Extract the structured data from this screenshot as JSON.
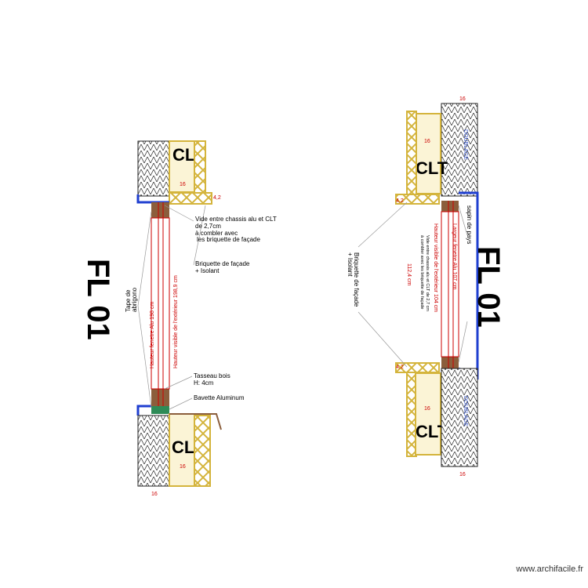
{
  "title": "FL 01",
  "watermark": "www.archifacile.fr",
  "materials": {
    "clt": "CLT",
    "doublage": "DOUBLAGE"
  },
  "dims": {
    "d16": "16",
    "d42": "4,2"
  },
  "left_view": {
    "vide_line1": "Vide entre chassis alu et CLT",
    "vide_line2": "de 2,7cm",
    "vide_line3": "à combler avec",
    "vide_line4": "les briquette de façade",
    "briquette_line1": "Briquette de façade",
    "briquette_line2": "+ Isolant",
    "tasseau_line1": "Tasseau bois",
    "tasseau_line2": "H: 4cm",
    "bavette": "Bavette Aluminum",
    "tape_line1": "Tape de",
    "tape_line2": "abrigono",
    "hauteur_fenetre": "Hauteur fenetre Alu 198 cm",
    "hauteur_visible": "Hauteur visible de l'extérieur 198,9 cm"
  },
  "right_view": {
    "briquette_line1": "Briquette de façade",
    "briquette_line2": "+ Isolant",
    "sapin_label": "sapin de pays",
    "hauteur_visible": "Hauteur visible de l'extérieur 104 cm",
    "largeur_fenetre": "Largeur fenetre Alu 107 cm",
    "vide_line1": "Vide entre chassis alu et CLT de 2,7 cm",
    "vide_line2": "à combler avec les briquette de façade",
    "dim_1124": "112,4 cm"
  },
  "colors": {
    "brick": "#d4b43c",
    "wood": "#8b5e3c",
    "dim_red": "#cc0000",
    "metal_blue": "#1f3fd0",
    "bavette_green": "#2e8b57",
    "clt_fill": "#fbf4d6"
  }
}
